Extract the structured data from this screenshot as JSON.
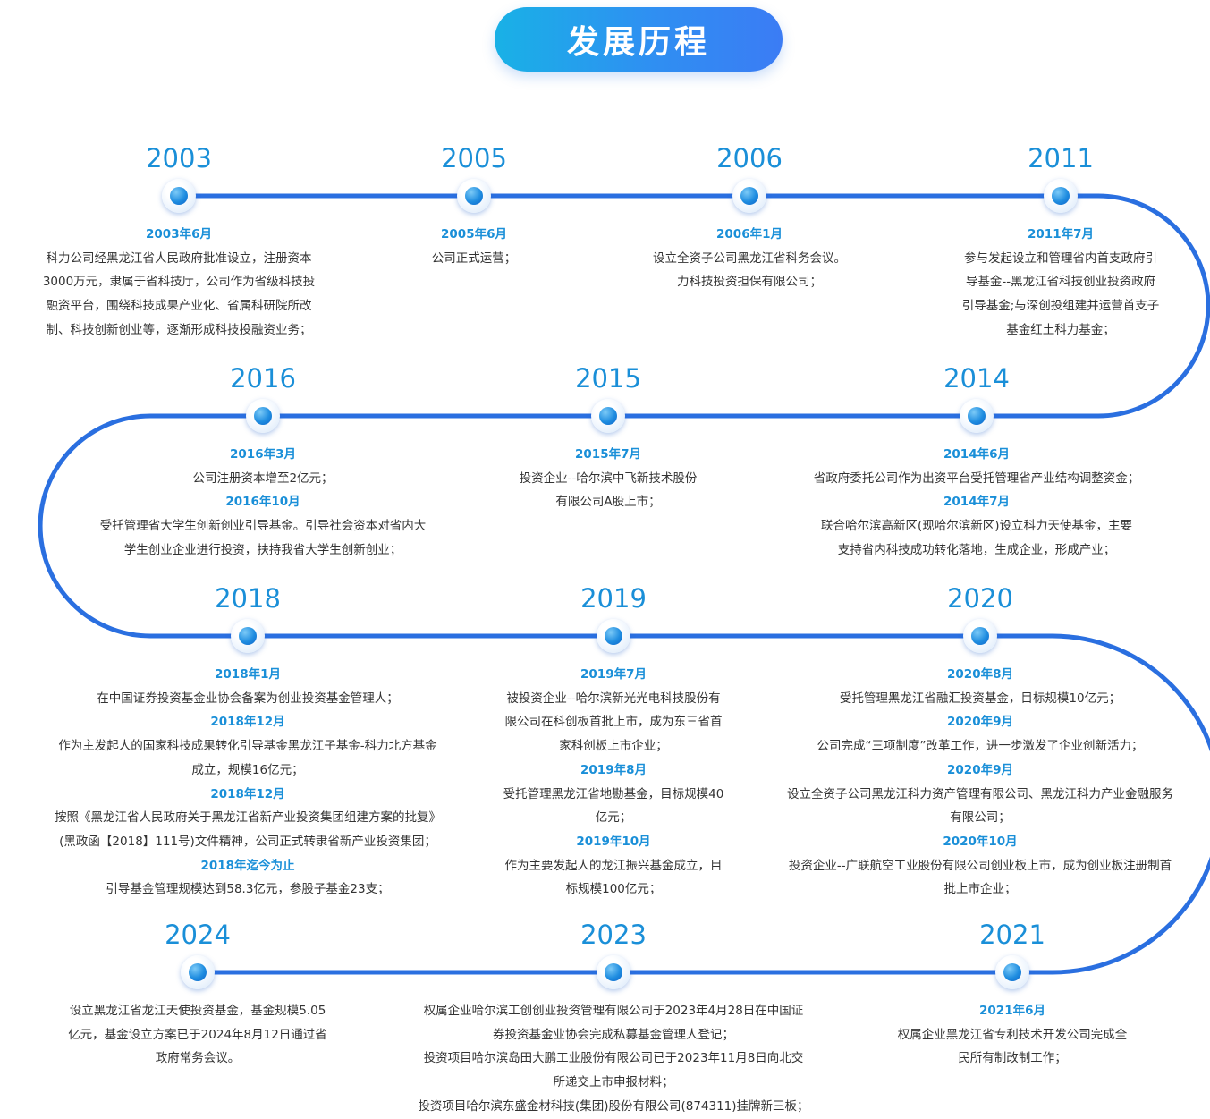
{
  "title": "发展历程",
  "colors": {
    "accent": "#1a8fd8",
    "track": "#2a6fe0",
    "track_fade": "#cfe0f7"
  },
  "events": [
    {
      "id": "2003",
      "year": "2003",
      "lines": [
        {
          "t": "d",
          "s": "2003年6月"
        },
        {
          "t": "p",
          "s": "科力公司经黑龙江省人民政府批准设立，注册资本"
        },
        {
          "t": "p",
          "s": "3000万元，隶属于省科技厅，公司作为省级科技投"
        },
        {
          "t": "p",
          "s": "融资平台，围绕科技成果产业化、省属科研院所改"
        },
        {
          "t": "p",
          "s": "制、科技创新创业等，逐渐形成科技投融资业务；"
        }
      ]
    },
    {
      "id": "2005",
      "year": "2005",
      "lines": [
        {
          "t": "d",
          "s": "2005年6月"
        },
        {
          "t": "p",
          "s": "公司正式运营；"
        }
      ]
    },
    {
      "id": "2006",
      "year": "2006",
      "lines": [
        {
          "t": "d",
          "s": "2006年1月"
        },
        {
          "t": "p",
          "s": "设立全资子公司黑龙江省科务会议。"
        },
        {
          "t": "p",
          "s": "力科技投资担保有限公司；"
        }
      ]
    },
    {
      "id": "2011",
      "year": "2011",
      "lines": [
        {
          "t": "d",
          "s": "2011年7月"
        },
        {
          "t": "p",
          "s": "参与发起设立和管理省内首支政府引"
        },
        {
          "t": "p",
          "s": "导基金--黑龙江省科技创业投资政府"
        },
        {
          "t": "p",
          "s": "引导基金;与深创投组建并运营首支子"
        },
        {
          "t": "p",
          "s": "基金红土科力基金；"
        }
      ]
    },
    {
      "id": "2016",
      "year": "2016",
      "lines": [
        {
          "t": "d",
          "s": "2016年3月"
        },
        {
          "t": "p",
          "s": "公司注册资本增至2亿元；"
        },
        {
          "t": "d",
          "s": "2016年10月"
        },
        {
          "t": "p",
          "s": "受托管理省大学生创新创业引导基金。引导社会资本对省内大"
        },
        {
          "t": "p",
          "s": "学生创业企业进行投资，扶持我省大学生创新创业；"
        }
      ]
    },
    {
      "id": "2015",
      "year": "2015",
      "lines": [
        {
          "t": "d",
          "s": "2015年7月"
        },
        {
          "t": "p",
          "s": "投资企业--哈尔滨中飞新技术股份"
        },
        {
          "t": "p",
          "s": "有限公司A股上市；"
        }
      ]
    },
    {
      "id": "2014",
      "year": "2014",
      "lines": [
        {
          "t": "d",
          "s": "2014年6月"
        },
        {
          "t": "p",
          "s": "省政府委托公司作为出资平台受托管理省产业结构调整资金；"
        },
        {
          "t": "d",
          "s": "2014年7月"
        },
        {
          "t": "p",
          "s": "联合哈尔滨高新区(现哈尔滨新区)设立科力天使基金，主要"
        },
        {
          "t": "p",
          "s": "支持省内科技成功转化落地，生成企业，形成产业；"
        }
      ]
    },
    {
      "id": "2018",
      "year": "2018",
      "lines": [
        {
          "t": "d",
          "s": "2018年1月"
        },
        {
          "t": "p",
          "s": "在中国证券投资基金业协会备案为创业投资基金管理人；"
        },
        {
          "t": "d",
          "s": "2018年12月"
        },
        {
          "t": "p",
          "s": "作为主发起人的国家科技成果转化引导基金黑龙江子基金-科力北方基金"
        },
        {
          "t": "p",
          "s": "成立，规模16亿元；"
        },
        {
          "t": "d",
          "s": "2018年12月"
        },
        {
          "t": "p",
          "s": "按照《黑龙江省人民政府关于黑龙江省新产业投资集团组建方案的批复》"
        },
        {
          "t": "p",
          "s": "(黑政函【2018】111号)文件精神，公司正式转隶省新产业投资集团；"
        },
        {
          "t": "d",
          "s": "2018年迄今为止"
        },
        {
          "t": "p",
          "s": "引导基金管理规模达到58.3亿元，参股子基金23支；"
        }
      ]
    },
    {
      "id": "2019",
      "year": "2019",
      "lines": [
        {
          "t": "d",
          "s": "2019年7月"
        },
        {
          "t": "p",
          "s": "被投资企业--哈尔滨新光光电科技股份有"
        },
        {
          "t": "p",
          "s": "限公司在科创板首批上市，成为东三省首"
        },
        {
          "t": "p",
          "s": "家科创板上市企业；"
        },
        {
          "t": "d",
          "s": "2019年8月"
        },
        {
          "t": "p",
          "s": "受托管理黑龙江省地勘基金，目标规模40"
        },
        {
          "t": "p",
          "s": "亿元；"
        },
        {
          "t": "d",
          "s": "2019年10月"
        },
        {
          "t": "p",
          "s": "作为主要发起人的龙江振兴基金成立，目"
        },
        {
          "t": "p",
          "s": "标规模100亿元；"
        }
      ]
    },
    {
      "id": "2020",
      "year": "2020",
      "lines": [
        {
          "t": "d",
          "s": "2020年8月"
        },
        {
          "t": "p",
          "s": "受托管理黑龙江省融汇投资基金，目标规模10亿元；"
        },
        {
          "t": "d",
          "s": "2020年9月"
        },
        {
          "t": "p",
          "s": "公司完成“三项制度”改革工作，进一步激发了企业创新活力；"
        },
        {
          "t": "d",
          "s": "2020年9月"
        },
        {
          "t": "p",
          "s": "设立全资子公司黑龙江科力资产管理有限公司、黑龙江科力产业金融服务"
        },
        {
          "t": "p",
          "s": "有限公司；"
        },
        {
          "t": "d",
          "s": "2020年10月"
        },
        {
          "t": "p",
          "s": "投资企业--广联航空工业股份有限公司创业板上市，成为创业板注册制首"
        },
        {
          "t": "p",
          "s": "批上市企业；"
        }
      ]
    },
    {
      "id": "2024",
      "year": "2024",
      "lines": [
        {
          "t": "p",
          "s": "设立黑龙江省龙江天使投资基金，基金规模5.05"
        },
        {
          "t": "p",
          "s": "亿元，基金设立方案已于2024年8月12日通过省"
        },
        {
          "t": "p",
          "s": "政府常务会议。"
        }
      ]
    },
    {
      "id": "2023",
      "year": "2023",
      "lines": [
        {
          "t": "p",
          "s": "权属企业哈尔滨工创创业投资管理有限公司于2023年4月28日在中国证"
        },
        {
          "t": "p",
          "s": "券投资基金业协会完成私募基金管理人登记；"
        },
        {
          "t": "p",
          "s": "投资项目哈尔滨岛田大鹏工业股份有限公司已于2023年11月8日向北交"
        },
        {
          "t": "p",
          "s": "所递交上市申报材料；"
        },
        {
          "t": "p",
          "s": "投资项目哈尔滨东盛金材科技(集团)股份有限公司(874311)挂牌新三板；"
        }
      ]
    },
    {
      "id": "2021",
      "year": "2021",
      "lines": [
        {
          "t": "d",
          "s": "2021年6月"
        },
        {
          "t": "p",
          "s": "权属企业黑龙江省专利技术开发公司完成全"
        },
        {
          "t": "p",
          "s": "民所有制改制工作；"
        }
      ]
    }
  ]
}
